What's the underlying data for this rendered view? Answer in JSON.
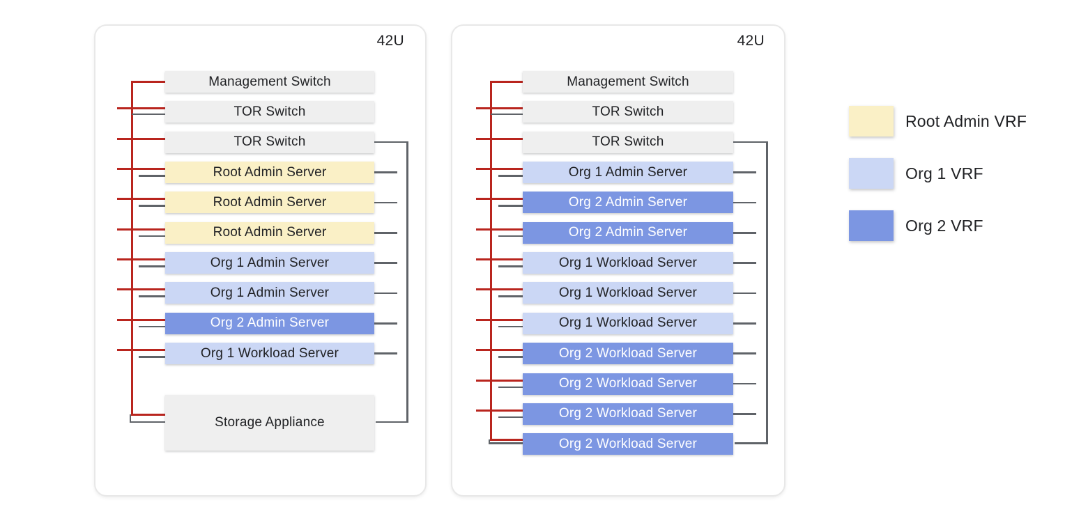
{
  "colors": {
    "background": "#ffffff",
    "rack_border": "#e8e8e8",
    "red_line": "#b9251e",
    "gray_line": "#5f6368",
    "switch_fill": "#efefef",
    "root": "#faf0c6",
    "org1": "#cbd7f5",
    "org2": "#7c96e2",
    "text_dark": "#202124",
    "text_on_org2": "#ffffff"
  },
  "racks": [
    {
      "label": "42U",
      "units": [
        {
          "text": "Management Switch",
          "type": "switch"
        },
        {
          "text": "TOR Switch",
          "type": "switch"
        },
        {
          "text": "TOR Switch",
          "type": "switch"
        },
        {
          "text": "Root Admin Server",
          "type": "root"
        },
        {
          "text": "Root Admin Server",
          "type": "root"
        },
        {
          "text": "Root Admin Server",
          "type": "root"
        },
        {
          "text": "Org 1 Admin Server",
          "type": "org1"
        },
        {
          "text": "Org 1 Admin Server",
          "type": "org1"
        },
        {
          "text": "Org 2 Admin Server",
          "type": "org2"
        },
        {
          "text": "Org 1 Workload Server",
          "type": "org1"
        },
        {
          "text": "Storage Appliance",
          "type": "switch",
          "storage": true
        }
      ]
    },
    {
      "label": "42U",
      "units": [
        {
          "text": "Management Switch",
          "type": "switch"
        },
        {
          "text": "TOR Switch",
          "type": "switch"
        },
        {
          "text": "TOR Switch",
          "type": "switch"
        },
        {
          "text": "Org 1 Admin Server",
          "type": "org1"
        },
        {
          "text": "Org 2 Admin Server",
          "type": "org2"
        },
        {
          "text": "Org 2 Admin Server",
          "type": "org2"
        },
        {
          "text": "Org 1 Workload Server",
          "type": "org1"
        },
        {
          "text": "Org 1 Workload Server",
          "type": "org1"
        },
        {
          "text": "Org 1 Workload Server",
          "type": "org1"
        },
        {
          "text": "Org 2 Workload Server",
          "type": "org2"
        },
        {
          "text": "Org 2 Workload Server",
          "type": "org2"
        },
        {
          "text": "Org 2 Workload Server",
          "type": "org2"
        },
        {
          "text": "Org 2 Workload Server",
          "type": "org2"
        }
      ]
    }
  ],
  "legend": {
    "items": [
      {
        "label": "Root Admin VRF",
        "color_key": "root"
      },
      {
        "label": "Org 1 VRF",
        "color_key": "org1"
      },
      {
        "label": "Org 2 VRF",
        "color_key": "org2"
      }
    ]
  }
}
